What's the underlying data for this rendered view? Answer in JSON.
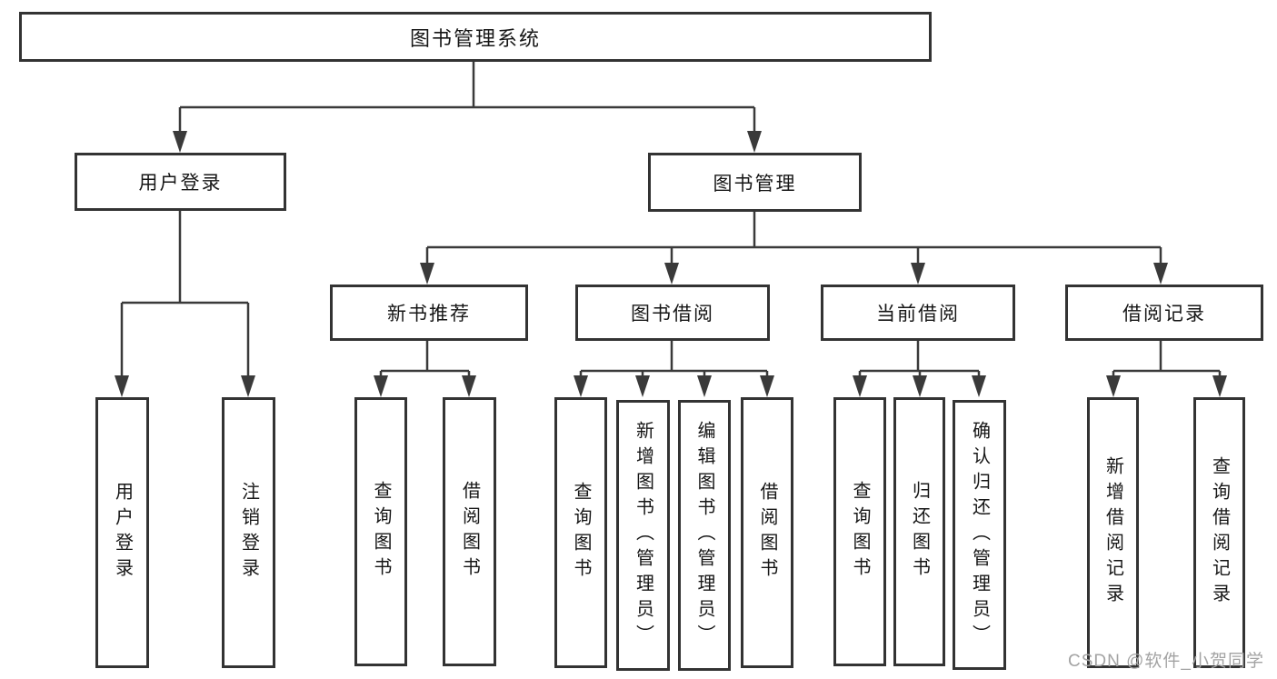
{
  "diagram": {
    "type": "tree",
    "root": {
      "label": "图书管理系统"
    },
    "level2": {
      "user_login": {
        "label": "用户登录"
      },
      "book_management": {
        "label": "图书管理"
      }
    },
    "level3": {
      "new_book_recommend": {
        "label": "新书推荐"
      },
      "book_borrow": {
        "label": "图书借阅"
      },
      "current_borrow": {
        "label": "当前借阅"
      },
      "borrow_records": {
        "label": "借阅记录"
      }
    },
    "leaves": [
      {
        "label": "用户登录"
      },
      {
        "label": "注销登录"
      },
      {
        "label": "查询图书"
      },
      {
        "label": "借阅图书"
      },
      {
        "label": "查询图书"
      },
      {
        "label": "新增图书（管理员）"
      },
      {
        "label": "编辑图书（管理员）"
      },
      {
        "label": "借阅图书"
      },
      {
        "label": "查询图书"
      },
      {
        "label": "归还图书"
      },
      {
        "label": "确认归还（管理员）"
      },
      {
        "label": "新增借阅记录"
      },
      {
        "label": "查询借阅记录"
      }
    ],
    "hierarchy": {
      "图书管理系统": [
        "用户登录",
        "图书管理"
      ],
      "用户登录": [
        "用户登录",
        "注销登录"
      ],
      "图书管理": [
        "新书推荐",
        "图书借阅",
        "当前借阅",
        "借阅记录"
      ],
      "新书推荐": [
        "查询图书",
        "借阅图书"
      ],
      "图书借阅": [
        "查询图书",
        "新增图书（管理员）",
        "编辑图书（管理员）",
        "借阅图书"
      ],
      "当前借阅": [
        "查询图书",
        "归还图书",
        "确认归还（管理员）"
      ],
      "借阅记录": [
        "新增借阅记录",
        "查询借阅记录"
      ]
    },
    "colors": {
      "line": "#3a3a3a",
      "box_border": "#333333",
      "text": "#161616",
      "background": "#ffffff",
      "watermark": "#a3a3a3"
    }
  },
  "watermark": "CSDN @软件_小贺同学"
}
